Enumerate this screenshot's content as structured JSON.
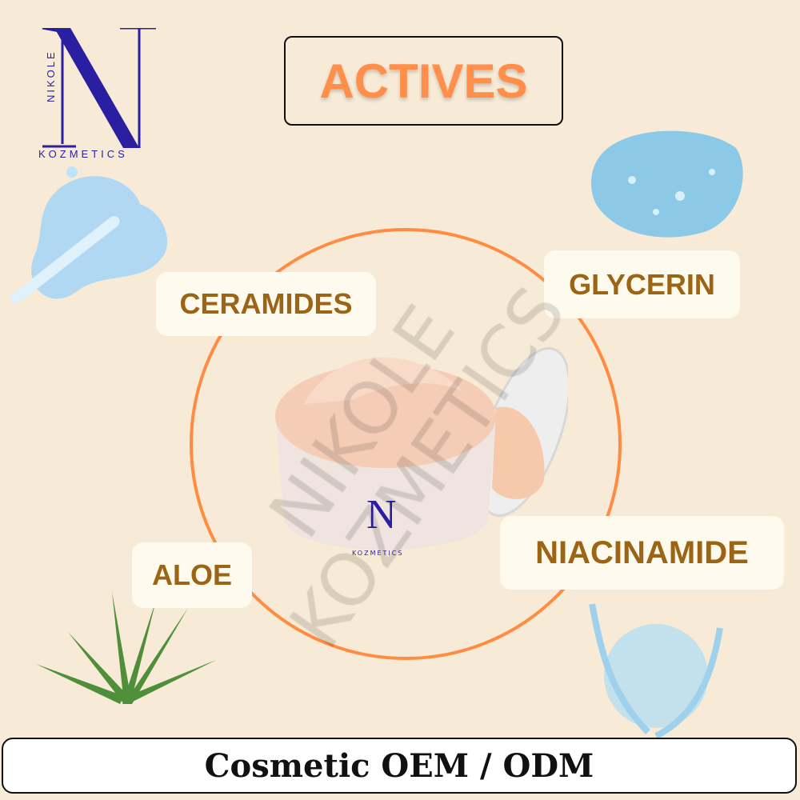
{
  "brand": {
    "logo_letter": "N",
    "logo_vertical_text": "NIKOLE",
    "logo_bottom_text": "KOZMETICS",
    "color": "#2a1fa0"
  },
  "title": "ACTIVES",
  "ingredients": [
    {
      "label": "CERAMIDES",
      "icon": "serum-dropper-image"
    },
    {
      "label": "GLYCERIN",
      "icon": "gel-blob-image"
    },
    {
      "label": "ALOE",
      "icon": "aloe-plant-image"
    },
    {
      "label": "NIACINAMIDE",
      "icon": "water-splash-image"
    }
  ],
  "product": {
    "icon": "cream-jar-image",
    "jar_logo": "N",
    "jar_logo_text": "KOZMETICS"
  },
  "watermark": "NIKOLE\nKOZMETICS",
  "footer": "Cosmetic OEM / ODM",
  "colors": {
    "background": "#f7ead6",
    "accent": "#ff8c42",
    "label_text": "#9b6515"
  }
}
